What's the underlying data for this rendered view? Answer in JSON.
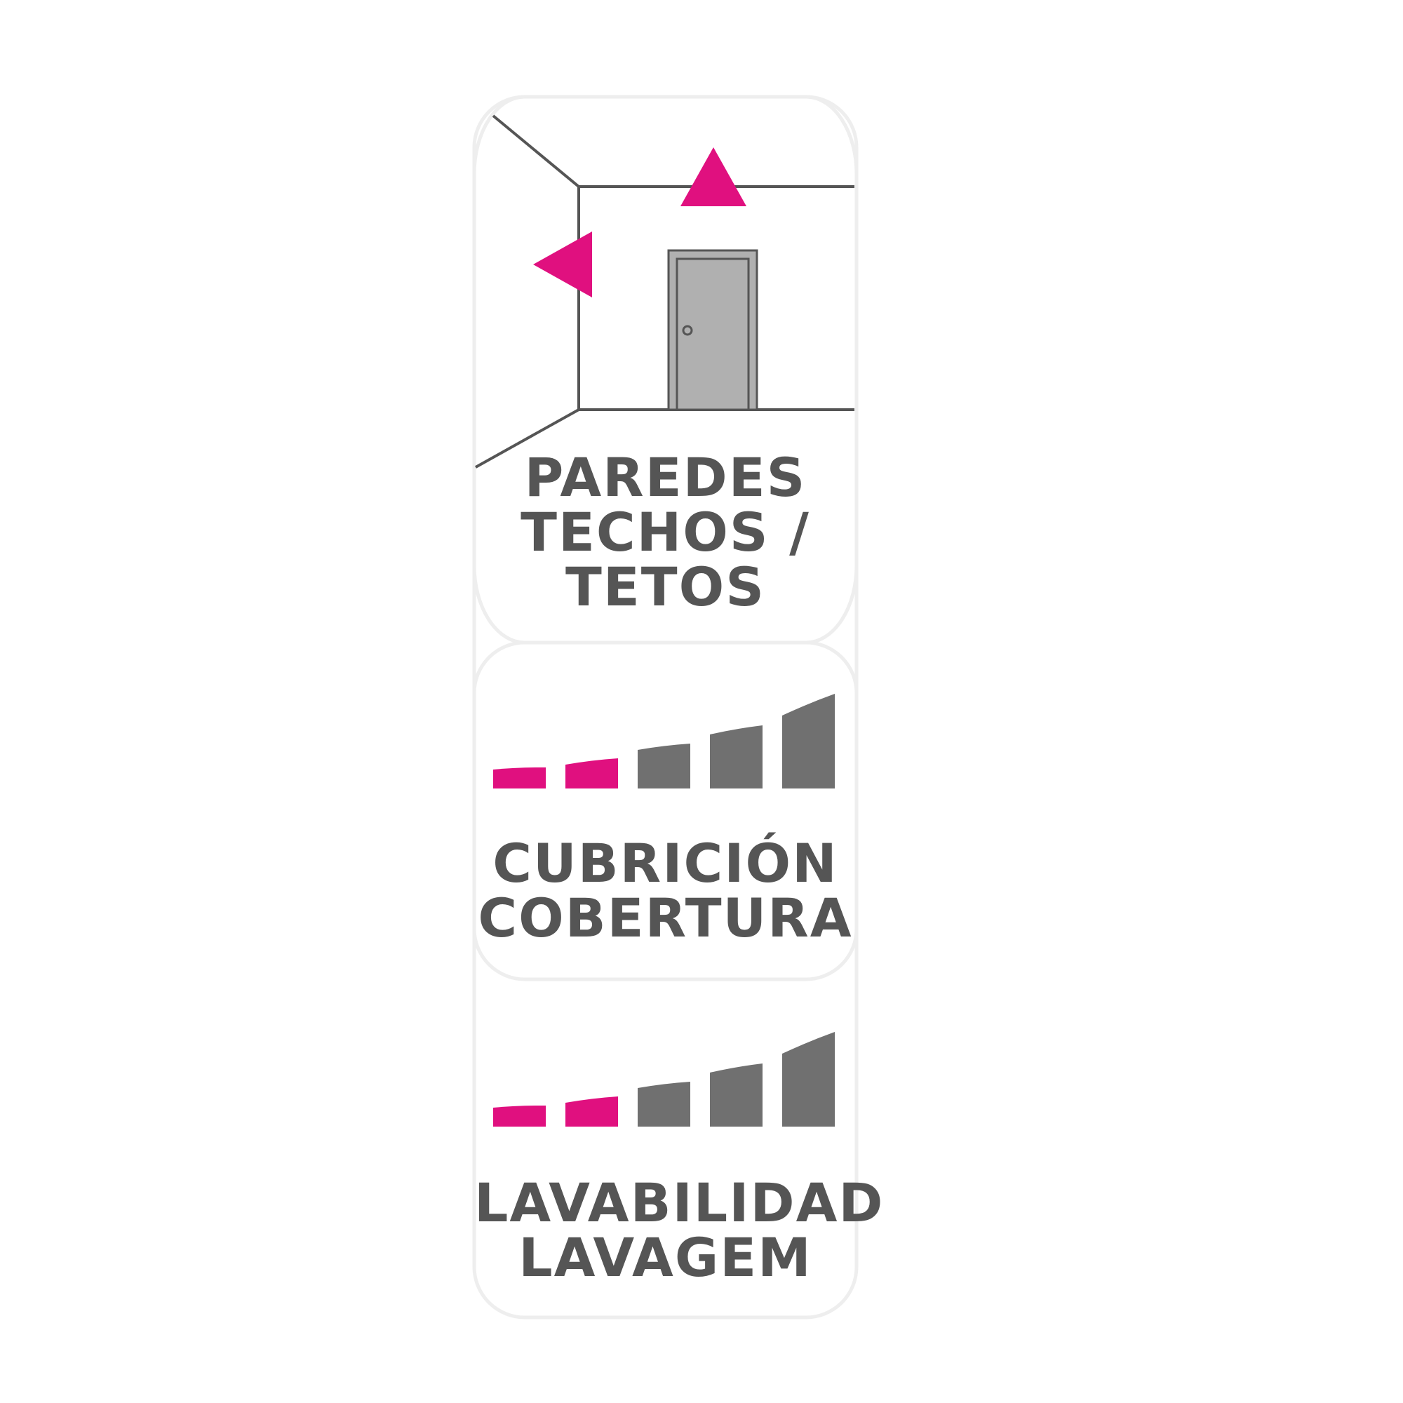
{
  "panels": {
    "surface": {
      "lines": [
        "PAREDES",
        "TECHOS /",
        "TETOS"
      ],
      "icon": "room-with-door-icon",
      "arrow_color": "#e0107f"
    },
    "coverage": {
      "lines": [
        "CUBRICIÓN",
        "COBERTURA"
      ],
      "rating": 2,
      "max": 5
    },
    "washability": {
      "lines": [
        "LAVABILIDAD",
        "LAVAGEM"
      ],
      "rating": 2,
      "max": 5
    }
  },
  "colors": {
    "accent": "#e0107f",
    "inactive": "#707070",
    "text": "#555555",
    "border": "#eeeeee",
    "line": "#555555",
    "door": "#b0b0b0"
  }
}
